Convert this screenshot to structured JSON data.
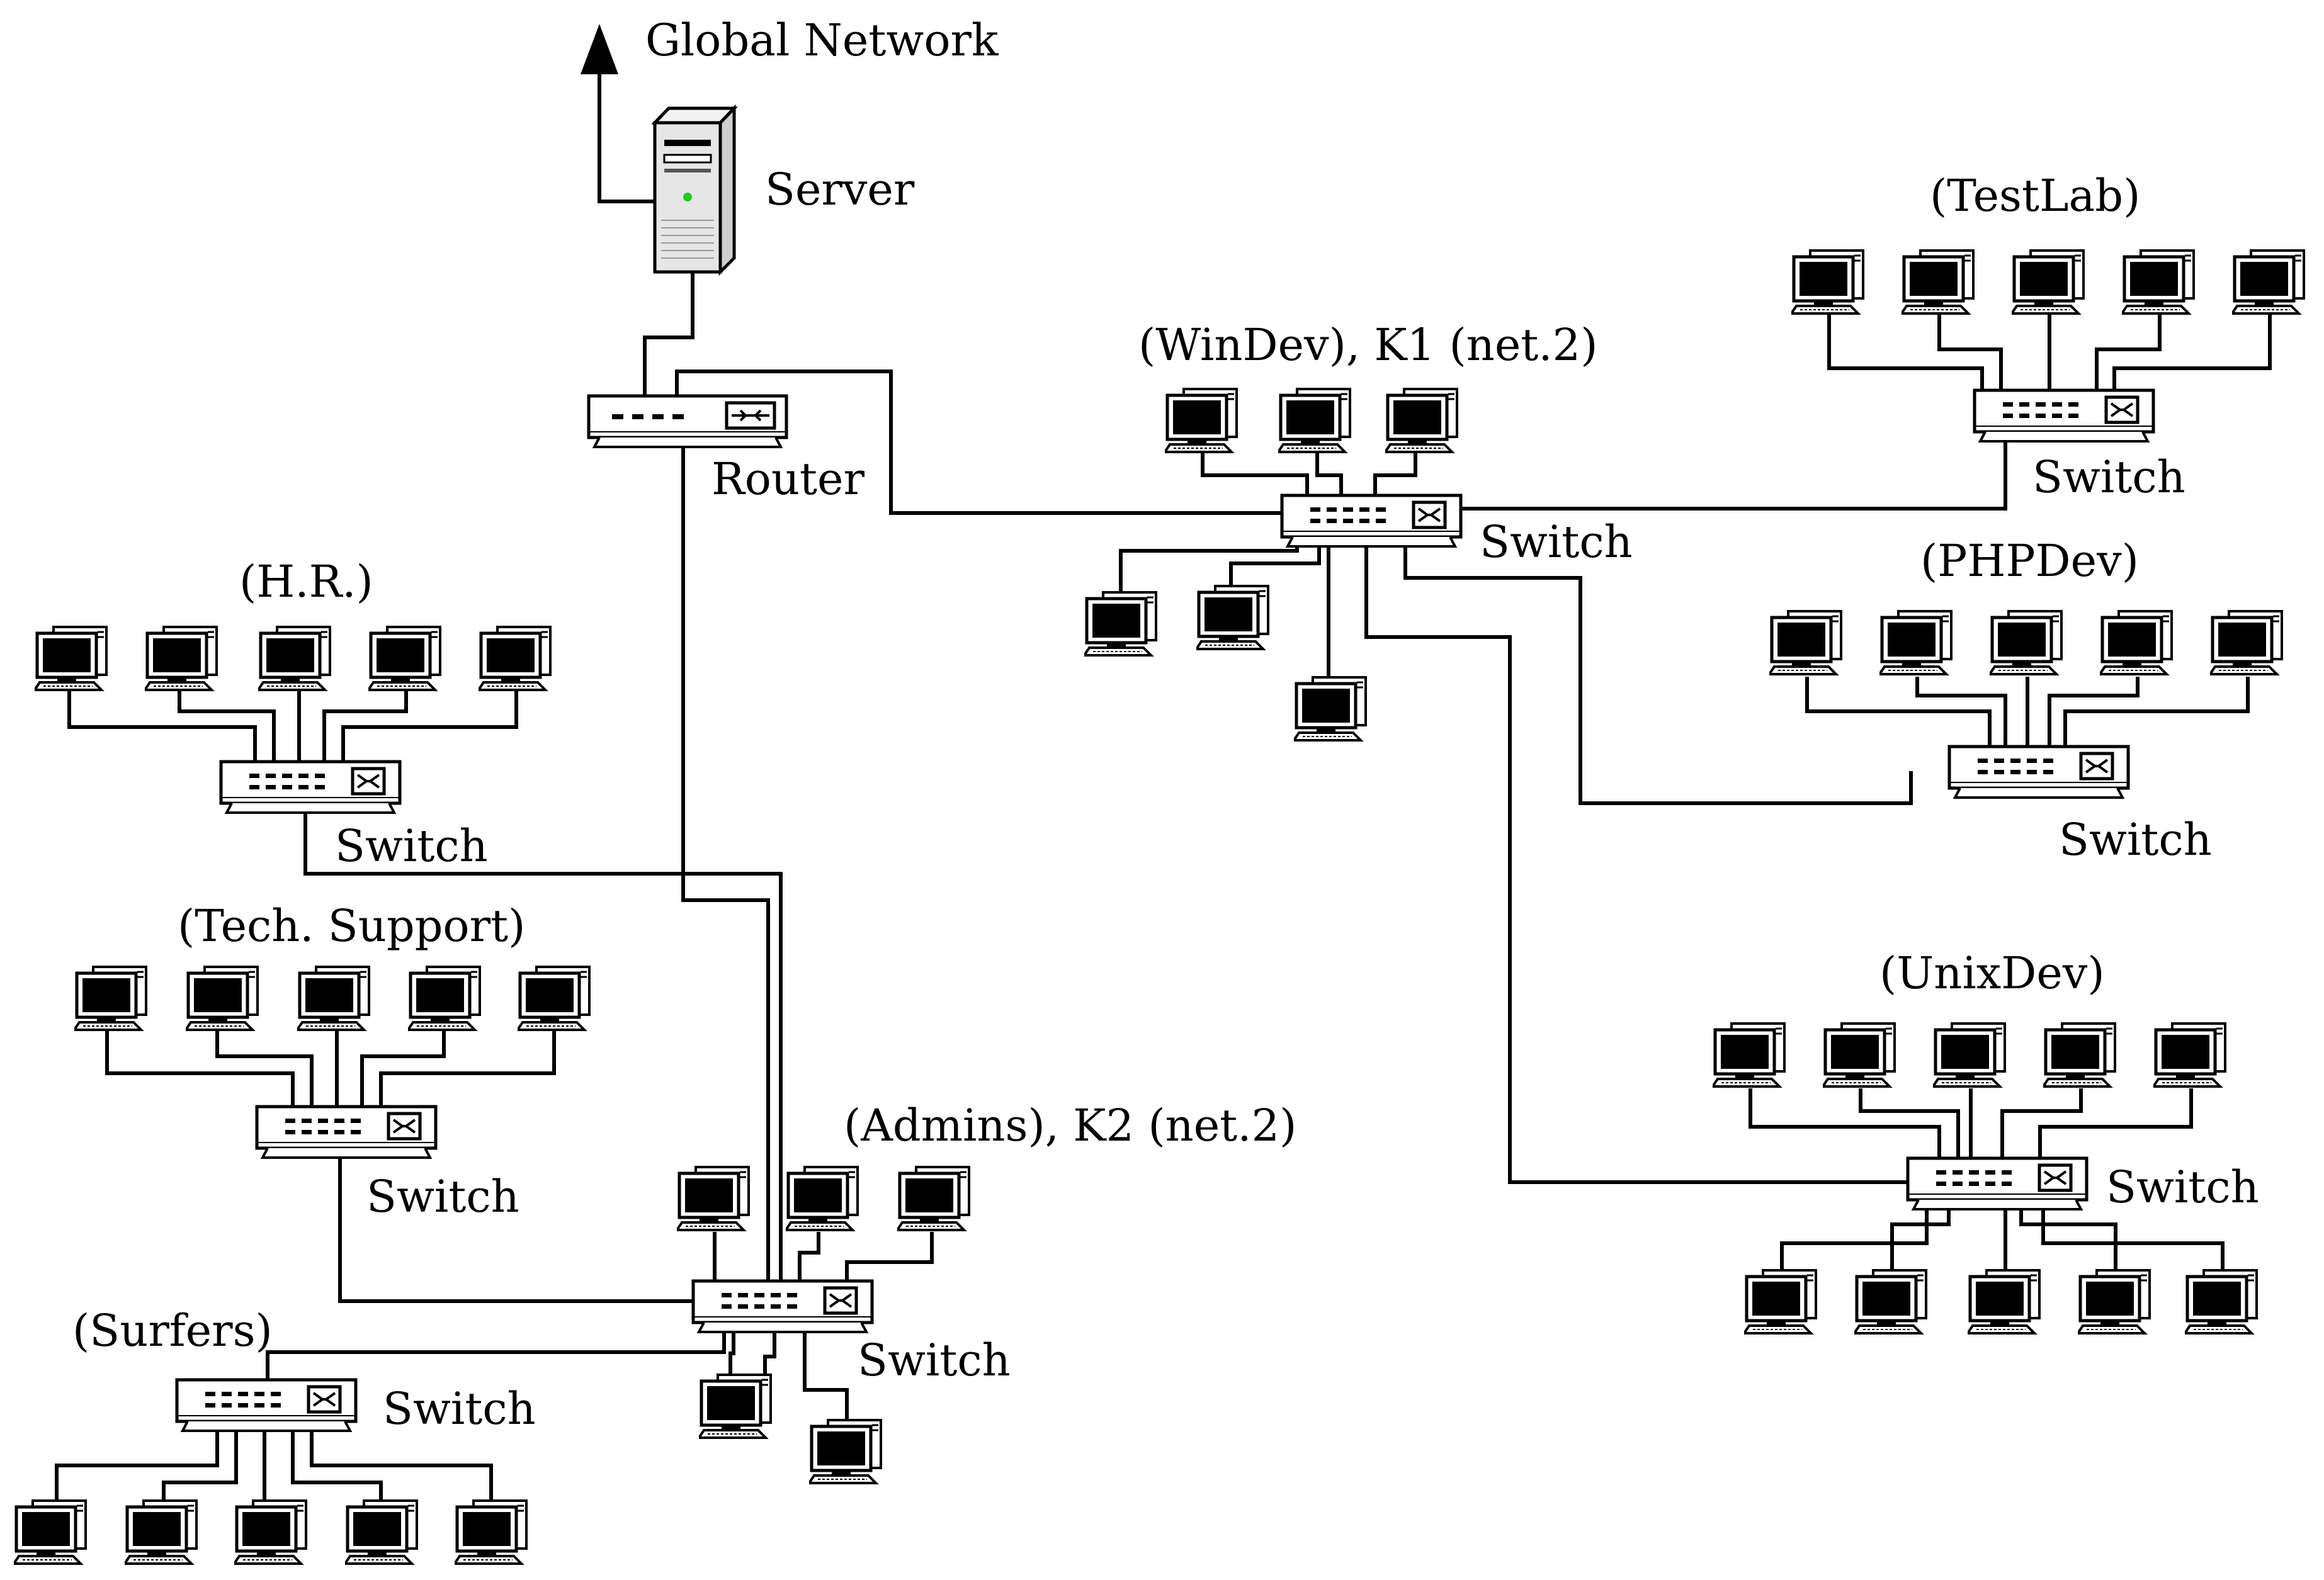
{
  "labels": {
    "global_network": "Global Network",
    "server": "Server",
    "router": "Router",
    "switch": "Switch",
    "windev": "(WinDev), K1 (net.2)",
    "testlab": "(TestLab)",
    "phpdev": "(PHPDev)",
    "unixdev": "(UnixDev)",
    "hr": "(H.R.)",
    "techsupport": "(Tech. Support)",
    "admins": "(Admins), K2 (net.2)",
    "surfers": "(Surfers)"
  },
  "colors": {
    "line": "#000000",
    "server_led": "#22cc22",
    "server_body": "#e6e6e6"
  },
  "icons": {
    "server": "server-tower-icon",
    "router": "router-icon",
    "switch": "network-switch-icon",
    "computer": "desktop-computer-icon",
    "uplink": "arrow-up-icon"
  }
}
